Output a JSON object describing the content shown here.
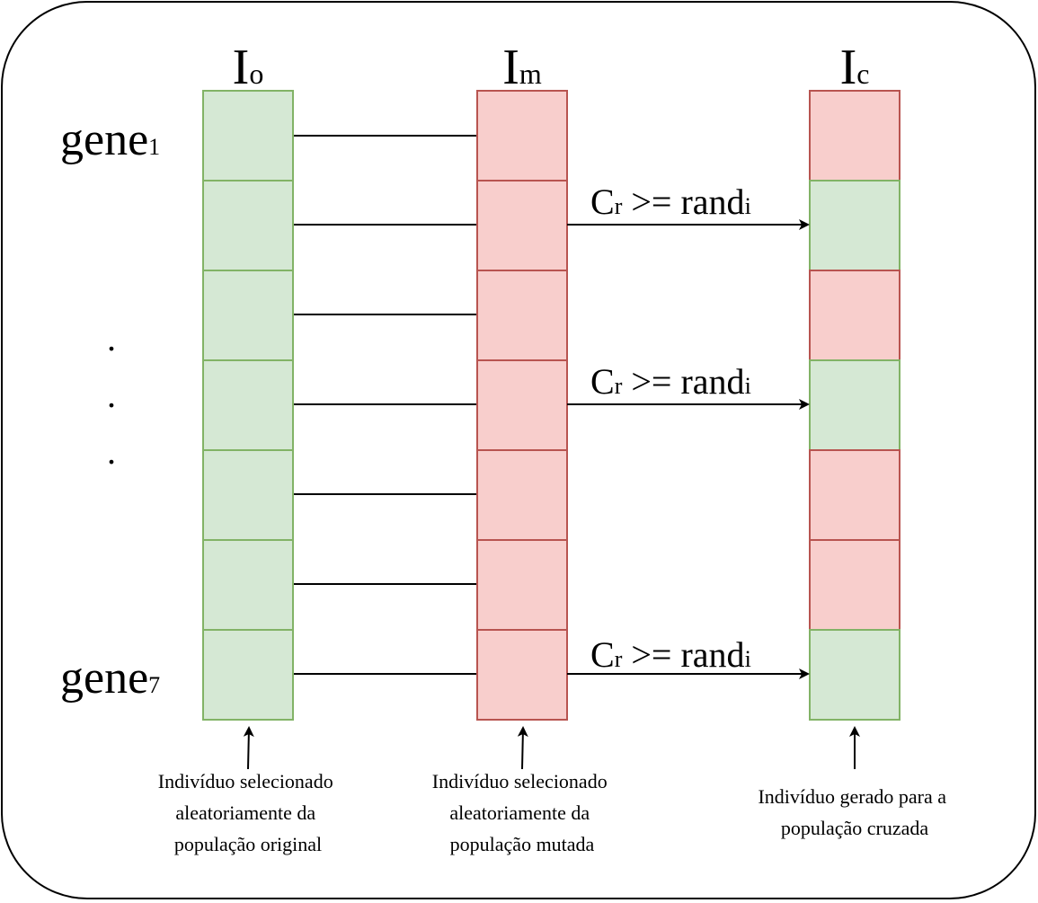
{
  "columns": {
    "original": {
      "main": "I",
      "sub": "o"
    },
    "mutated": {
      "main": "I",
      "sub": "m"
    },
    "crossed": {
      "main": "I",
      "sub": "c"
    }
  },
  "gene_labels": {
    "first": {
      "main": "gene",
      "sub": "1"
    },
    "last": {
      "main": "gene",
      "sub": "7"
    }
  },
  "ellipsis_dots": [
    ".",
    ".",
    "."
  ],
  "crossed_pattern": [
    "mutated",
    "original",
    "mutated",
    "original",
    "mutated",
    "mutated",
    "original"
  ],
  "condition": {
    "c": "C",
    "r": "r",
    "op": " >= rand",
    "i": "i"
  },
  "captions": {
    "original": [
      "Indivíduo selecionado",
      "aleatoriamente da",
      "população original"
    ],
    "mutated": [
      "Indivíduo selecionado",
      "aleatoriamente da",
      "população mutada"
    ],
    "crossed": [
      "Indivíduo gerado para a",
      "população cruzada"
    ]
  },
  "colors": {
    "original_fill": "#d5e8d4",
    "original_stroke": "#82b366",
    "mutated_fill": "#f8cecc",
    "mutated_stroke": "#b85450",
    "line": "#000000",
    "frame": "#000000"
  }
}
